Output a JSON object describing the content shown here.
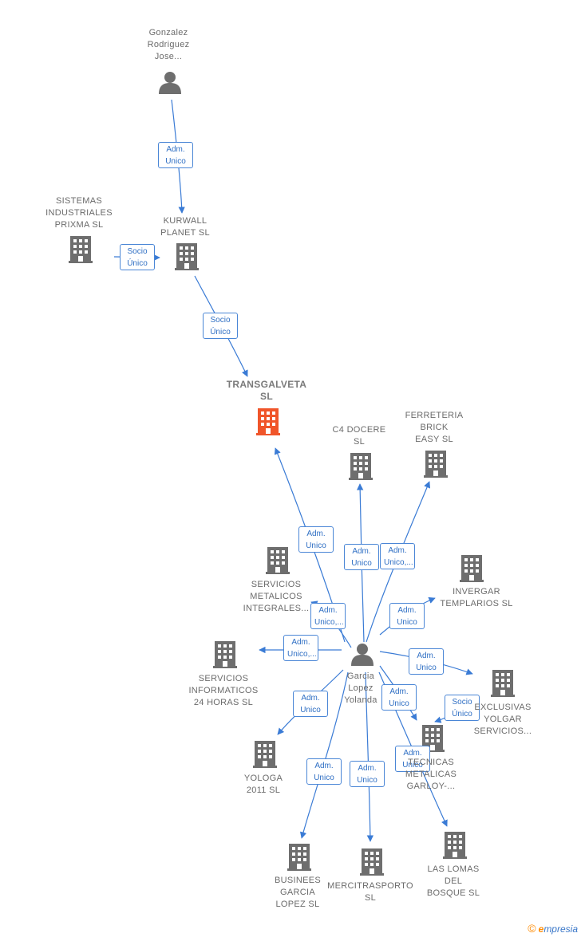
{
  "nodes": [
    {
      "id": "gonzalez",
      "label": "Gonzalez\nRodriguez\nJose...",
      "kind": "person"
    },
    {
      "id": "kurwall",
      "label": "KURWALL\nPLANET SL",
      "kind": "company"
    },
    {
      "id": "sistemas",
      "label": "SISTEMAS\nINDUSTRIALES\nPRIXMA SL",
      "kind": "company"
    },
    {
      "id": "transgalveta",
      "label": "TRANSGALVETA\nSL",
      "kind": "main"
    },
    {
      "id": "c4docere",
      "label": "C4 DOCERE\nSL",
      "kind": "company"
    },
    {
      "id": "ferreteria",
      "label": "FERRETERIA\nBRICK\nEASY  SL",
      "kind": "company"
    },
    {
      "id": "servmetalicos",
      "label": "SERVICIOS\nMETALICOS\nINTEGRALES...",
      "kind": "company"
    },
    {
      "id": "invergar",
      "label": "INVERGAR\nTEMPLARIOS SL",
      "kind": "company"
    },
    {
      "id": "garcia",
      "label": "Garcia\nLopez\nYolanda",
      "kind": "person"
    },
    {
      "id": "servinformaticos",
      "label": "SERVICIOS\nINFORMATICOS\n24 HORAS  SL",
      "kind": "company"
    },
    {
      "id": "exclusivas",
      "label": "EXCLUSIVAS\nYOLGAR\nSERVICIOS...",
      "kind": "company"
    },
    {
      "id": "tecnicas",
      "label": "TECNICAS\nMETALICAS\nGARLOY-...",
      "kind": "company"
    },
    {
      "id": "yologa",
      "label": "YOLOGA\n2011  SL",
      "kind": "company"
    },
    {
      "id": "businees",
      "label": "BUSINEES\nGARCIA\nLOPEZ  SL",
      "kind": "company"
    },
    {
      "id": "mercitrasporto",
      "label": "MERCITRASPORTO\nSL",
      "kind": "company"
    },
    {
      "id": "laslomas",
      "label": "LAS LOMAS\nDEL\nBOSQUE SL",
      "kind": "company"
    }
  ],
  "edges": [
    {
      "from": "gonzalez",
      "to": "kurwall",
      "label": "Adm.\nUnico"
    },
    {
      "from": "sistemas",
      "to": "kurwall",
      "label": "Socio\nÚnico"
    },
    {
      "from": "kurwall",
      "to": "transgalveta",
      "label": "Socio\nÚnico"
    },
    {
      "from": "garcia",
      "to": "transgalveta",
      "label": "Adm.\nUnico"
    },
    {
      "from": "garcia",
      "to": "c4docere",
      "label": "Adm.\nUnico"
    },
    {
      "from": "garcia",
      "to": "ferreteria",
      "label": "Adm.\nUnico,..."
    },
    {
      "from": "garcia",
      "to": "servmetalicos",
      "label": "Adm.\nUnico,..."
    },
    {
      "from": "garcia",
      "to": "invergar",
      "label": "Adm.\nUnico"
    },
    {
      "from": "garcia",
      "to": "servinformaticos",
      "label": "Adm.\nUnico,..."
    },
    {
      "from": "garcia",
      "to": "exclusivas",
      "label": "Adm.\nUnico"
    },
    {
      "from": "garcia",
      "to": "tecnicas",
      "label": "Adm.\nUnico"
    },
    {
      "from": "exclusivas",
      "to": "tecnicas",
      "label": "Socio\nÚnico"
    },
    {
      "from": "garcia",
      "to": "yologa",
      "label": "Adm.\nUnico"
    },
    {
      "from": "garcia",
      "to": "businees",
      "label": "Adm.\nUnico"
    },
    {
      "from": "garcia",
      "to": "mercitrasporto",
      "label": "Adm.\nUnico"
    },
    {
      "from": "garcia",
      "to": "laslomas",
      "label": "Adm.\nUnico"
    }
  ],
  "colors": {
    "edge": "#3a7bd5",
    "company": "#6e6e6e",
    "main": "#f0552a",
    "person": "#6e6e6e"
  },
  "footer": {
    "copyright": "©",
    "brand_e": "e",
    "brand_rest": "mpresia"
  }
}
